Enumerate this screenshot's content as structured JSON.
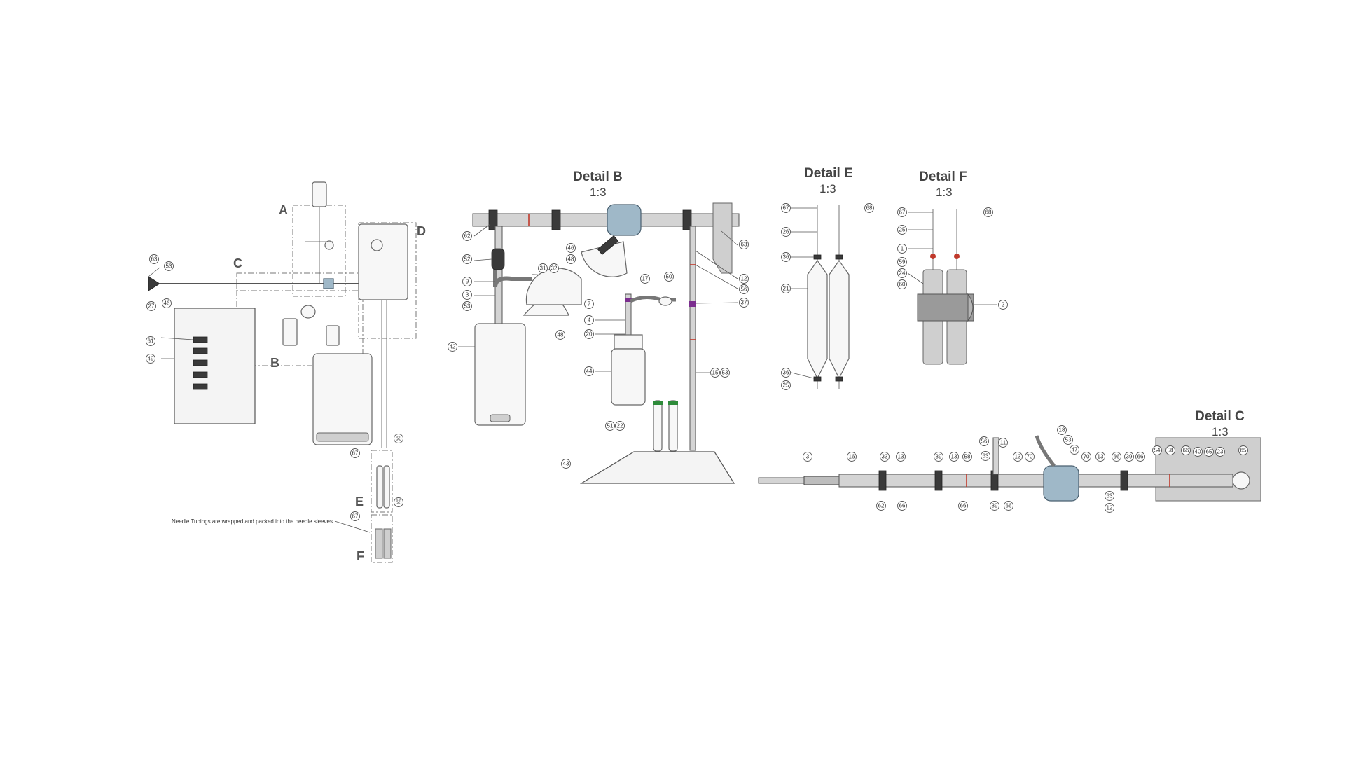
{
  "overview": {
    "view_labels": {
      "a": "A",
      "b": "B",
      "c": "C",
      "d": "D",
      "e": "E",
      "f": "F"
    },
    "note": "Needle Tubings are wrapped and packed into the needle sleeves",
    "callouts": [
      "63",
      "53",
      "46",
      "27",
      "61",
      "49",
      "67",
      "68",
      "67",
      "68"
    ]
  },
  "detail_b": {
    "title": "Detail  B",
    "scale": "1:3",
    "callouts": [
      "62",
      "52",
      "9",
      "3",
      "53",
      "42",
      "31",
      "32",
      "48",
      "46",
      "48",
      "7",
      "4",
      "20",
      "44",
      "17",
      "50",
      "37",
      "12",
      "56",
      "63",
      "15",
      "53",
      "51",
      "22",
      "43"
    ]
  },
  "detail_e": {
    "title": "Detail  E",
    "scale": "1:3",
    "callouts": [
      "67",
      "68",
      "26",
      "36",
      "21",
      "36",
      "25"
    ]
  },
  "detail_f": {
    "title": "Detail  F",
    "scale": "1:3",
    "callouts": [
      "67",
      "68",
      "25",
      "1",
      "59",
      "24",
      "60",
      "2"
    ]
  },
  "detail_c": {
    "title": "Detail  C",
    "scale": "1:3",
    "callouts": [
      "3",
      "16",
      "33",
      "13",
      "39",
      "13",
      "58",
      "56",
      "11",
      "63",
      "13",
      "70",
      "18",
      "53",
      "47",
      "70",
      "13",
      "66",
      "39",
      "66",
      "54",
      "58",
      "66",
      "40",
      "65",
      "23",
      "65",
      "62",
      "66",
      "66",
      "39",
      "66",
      "63",
      "12"
    ]
  },
  "colors": {
    "line": "#555555",
    "tube": "#d4d4d4",
    "filter": "#9fb8c8",
    "band_red": "#c0392b",
    "band_purple": "#7b2d8e",
    "band_green": "#2e8b3a"
  }
}
